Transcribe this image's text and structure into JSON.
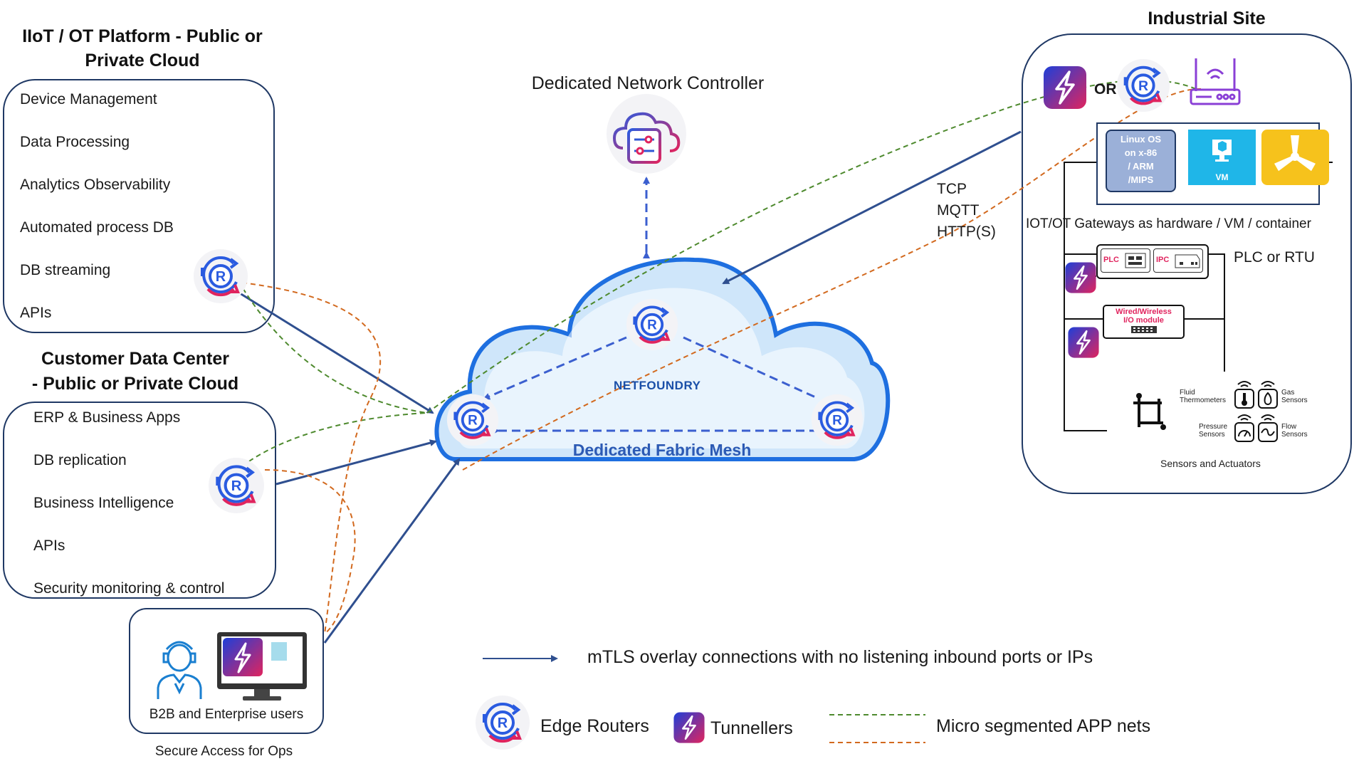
{
  "iiot_panel": {
    "title_line1": "IIoT / OT  Platform - Public or",
    "title_line2": "Private Cloud",
    "items": [
      "Device Management",
      "Data Processing",
      "Analytics   Observability",
      "Automated process DB",
      "DB streaming",
      "APIs"
    ]
  },
  "customer_dc": {
    "title_line1": "Customer Data Center",
    "title_line2": "- Public or Private Cloud",
    "items": [
      "ERP & Business Apps",
      "DB replication",
      "Business Intelligence",
      "APIs",
      "Security monitoring & control"
    ]
  },
  "b2b": {
    "label": "B2B and Enterprise users",
    "caption": "Secure Access for Ops"
  },
  "controller": {
    "label": "Dedicated Network Controller"
  },
  "fabric": {
    "label": "Dedicated Fabric Mesh",
    "brand": "NETFOUNDRY"
  },
  "protocols": [
    "TCP",
    "MQTT",
    "HTTP(S)"
  ],
  "industrial_site": {
    "title": "Industrial Site",
    "or_label": "OR",
    "os_label": [
      "Linux OS",
      "on x-86",
      "/ ARM",
      "/MIPS"
    ],
    "vm_label": "VM",
    "gateways_label": "IOT/OT Gateways as hardware / VM / container",
    "plc_tag": "PLC",
    "ipc_tag": "IPC",
    "plc_rtu_label": "PLC or RTU",
    "io_module": [
      "Wired/Wireless",
      "I/O module"
    ],
    "sensors": {
      "fluid": [
        "Fluid",
        "Thermometers"
      ],
      "gas": [
        "Gas",
        "Sensors"
      ],
      "pressure": [
        "Pressure",
        "Sensors"
      ],
      "flow": [
        "Flow",
        "Sensors"
      ]
    },
    "sensors_caption": "Sensors and Actuators"
  },
  "legend": {
    "mtls": "mTLS overlay connections with no listening inbound ports or IPs",
    "edge_routers": "Edge Routers",
    "tunnellers": "Tunnellers",
    "micro_segmented": "Micro segmented APP nets"
  },
  "icons": [
    "edge-router-icon",
    "tunneller-icon",
    "controller-cloud-icon",
    "wifi-router-icon",
    "vm-icon",
    "kubernetes-icon",
    "plc-icon",
    "ipc-icon",
    "io-module-icon",
    "actuator-icon",
    "thermometer-icon",
    "gas-sensor-icon",
    "pressure-gauge-icon",
    "flow-sensor-icon",
    "operator-user-icon",
    "monitor-icon"
  ],
  "colors": {
    "navy": "#1f3864",
    "blue_line": "#2f4f8f",
    "router_blue": "#3057d5",
    "router_red": "#e0245e",
    "cloud_outline": "#1e6fe0",
    "cloud_fill": "#cfe6fa",
    "green_dash": "#4e8a2e",
    "orange_dash": "#d2691e",
    "vm_cyan": "#1fb6e8",
    "k8s_yellow": "#f6c21c",
    "os_box": "#9bb0d8"
  }
}
